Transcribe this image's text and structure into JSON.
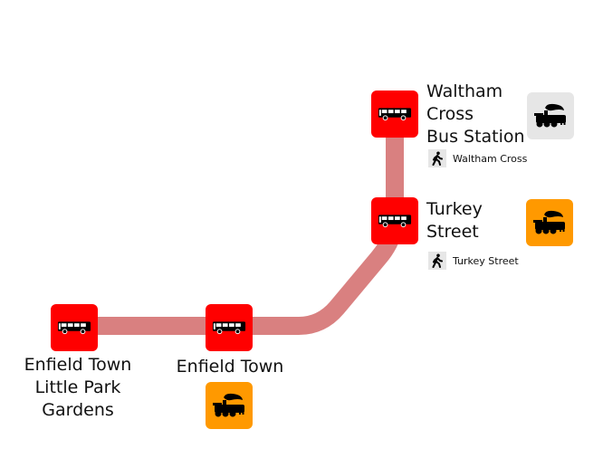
{
  "map": {
    "route_color": "#d98080",
    "stop_color": "#ff0000",
    "rail_colors": {
      "grey": "#e6e6e6",
      "orange": "#ff9900"
    },
    "stops": [
      {
        "id": "waltham-cross-bus-station",
        "name_lines": [
          "Waltham",
          "Cross",
          "Bus Station"
        ],
        "icon": "bus-icon",
        "rail": {
          "icon": "steam-train-icon",
          "style": "grey"
        },
        "walk_link": {
          "icon": "walking-person-icon",
          "label": "Waltham Cross"
        }
      },
      {
        "id": "turkey-street",
        "name_lines": [
          "Turkey",
          "Street"
        ],
        "icon": "bus-icon",
        "rail": {
          "icon": "steam-train-icon",
          "style": "orange"
        },
        "walk_link": {
          "icon": "walking-person-icon",
          "label": "Turkey Street"
        }
      },
      {
        "id": "enfield-town",
        "name_lines": [
          "Enfield Town"
        ],
        "icon": "bus-icon",
        "rail": {
          "icon": "steam-train-icon",
          "style": "orange"
        }
      },
      {
        "id": "enfield-town-little-park-gardens",
        "name_lines": [
          "Enfield Town",
          "Little Park",
          "Gardens"
        ],
        "icon": "bus-icon"
      }
    ]
  }
}
